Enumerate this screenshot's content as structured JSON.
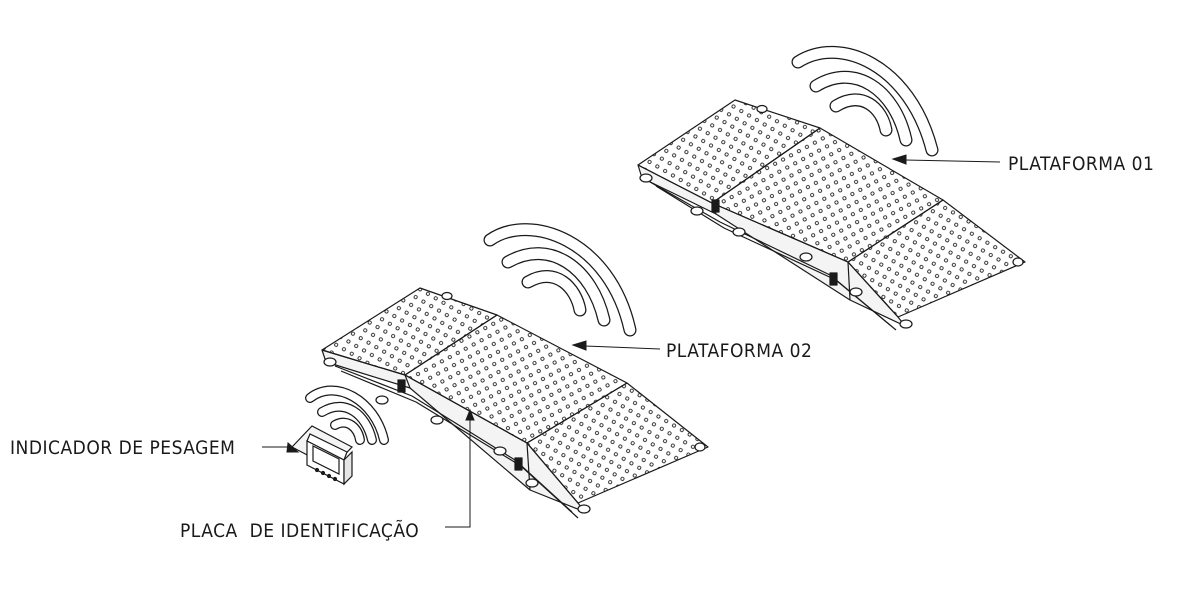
{
  "labels": {
    "plataforma_01": "PLATAFORMA 01",
    "plataforma_02": "PLATAFORMA 02",
    "indicador": "INDICADOR DE PESAGEM",
    "placa": "PLACA  DE IDENTIFICAÇÃO"
  },
  "colors": {
    "ink": "#1a1a1a",
    "background": "#ffffff"
  },
  "icons": [
    "wifi-signal-icon",
    "weighing-indicator-icon",
    "weighing-platform-icon"
  ]
}
